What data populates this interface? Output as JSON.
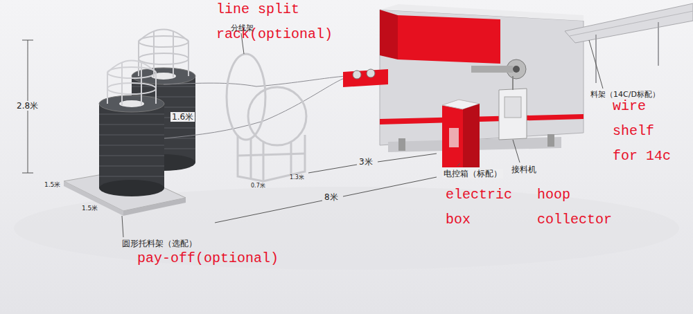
{
  "diagram": {
    "labels": [
      "line split rack(optional)",
      "分线架",
      "2.8米",
      "1.6米",
      "1.5米",
      "1.5米",
      "0.7米",
      "1.3米",
      "3米",
      "8米",
      "料架（14C/D标配）",
      "wire shelf for 14c",
      "电控箱（标配）",
      "接料机",
      "electric box",
      "hoop collector",
      "圆形托料架（选配）",
      "pay-off(optional)"
    ]
  }
}
